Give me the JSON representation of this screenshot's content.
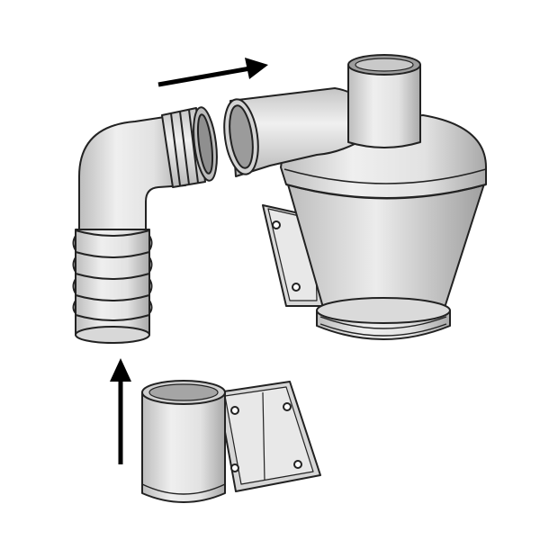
{
  "diagram": {
    "kind": "assembly-illustration",
    "parts": [
      {
        "name": "elbow-pipe",
        "icon": "elbow-pipe-icon"
      },
      {
        "name": "cyclone-separator",
        "icon": "cyclone-icon"
      },
      {
        "name": "mounting-bracket",
        "icon": "bracket-icon"
      }
    ],
    "arrows": [
      {
        "name": "arrow-to-cyclone",
        "direction": "right"
      },
      {
        "name": "arrow-up-into-elbow",
        "direction": "up"
      }
    ],
    "colors": {
      "outline": "#222222",
      "fill": "#e6e6e6",
      "shade": "#c2c2c2",
      "dark": "#9a9a9a",
      "arrow": "#000000"
    }
  }
}
